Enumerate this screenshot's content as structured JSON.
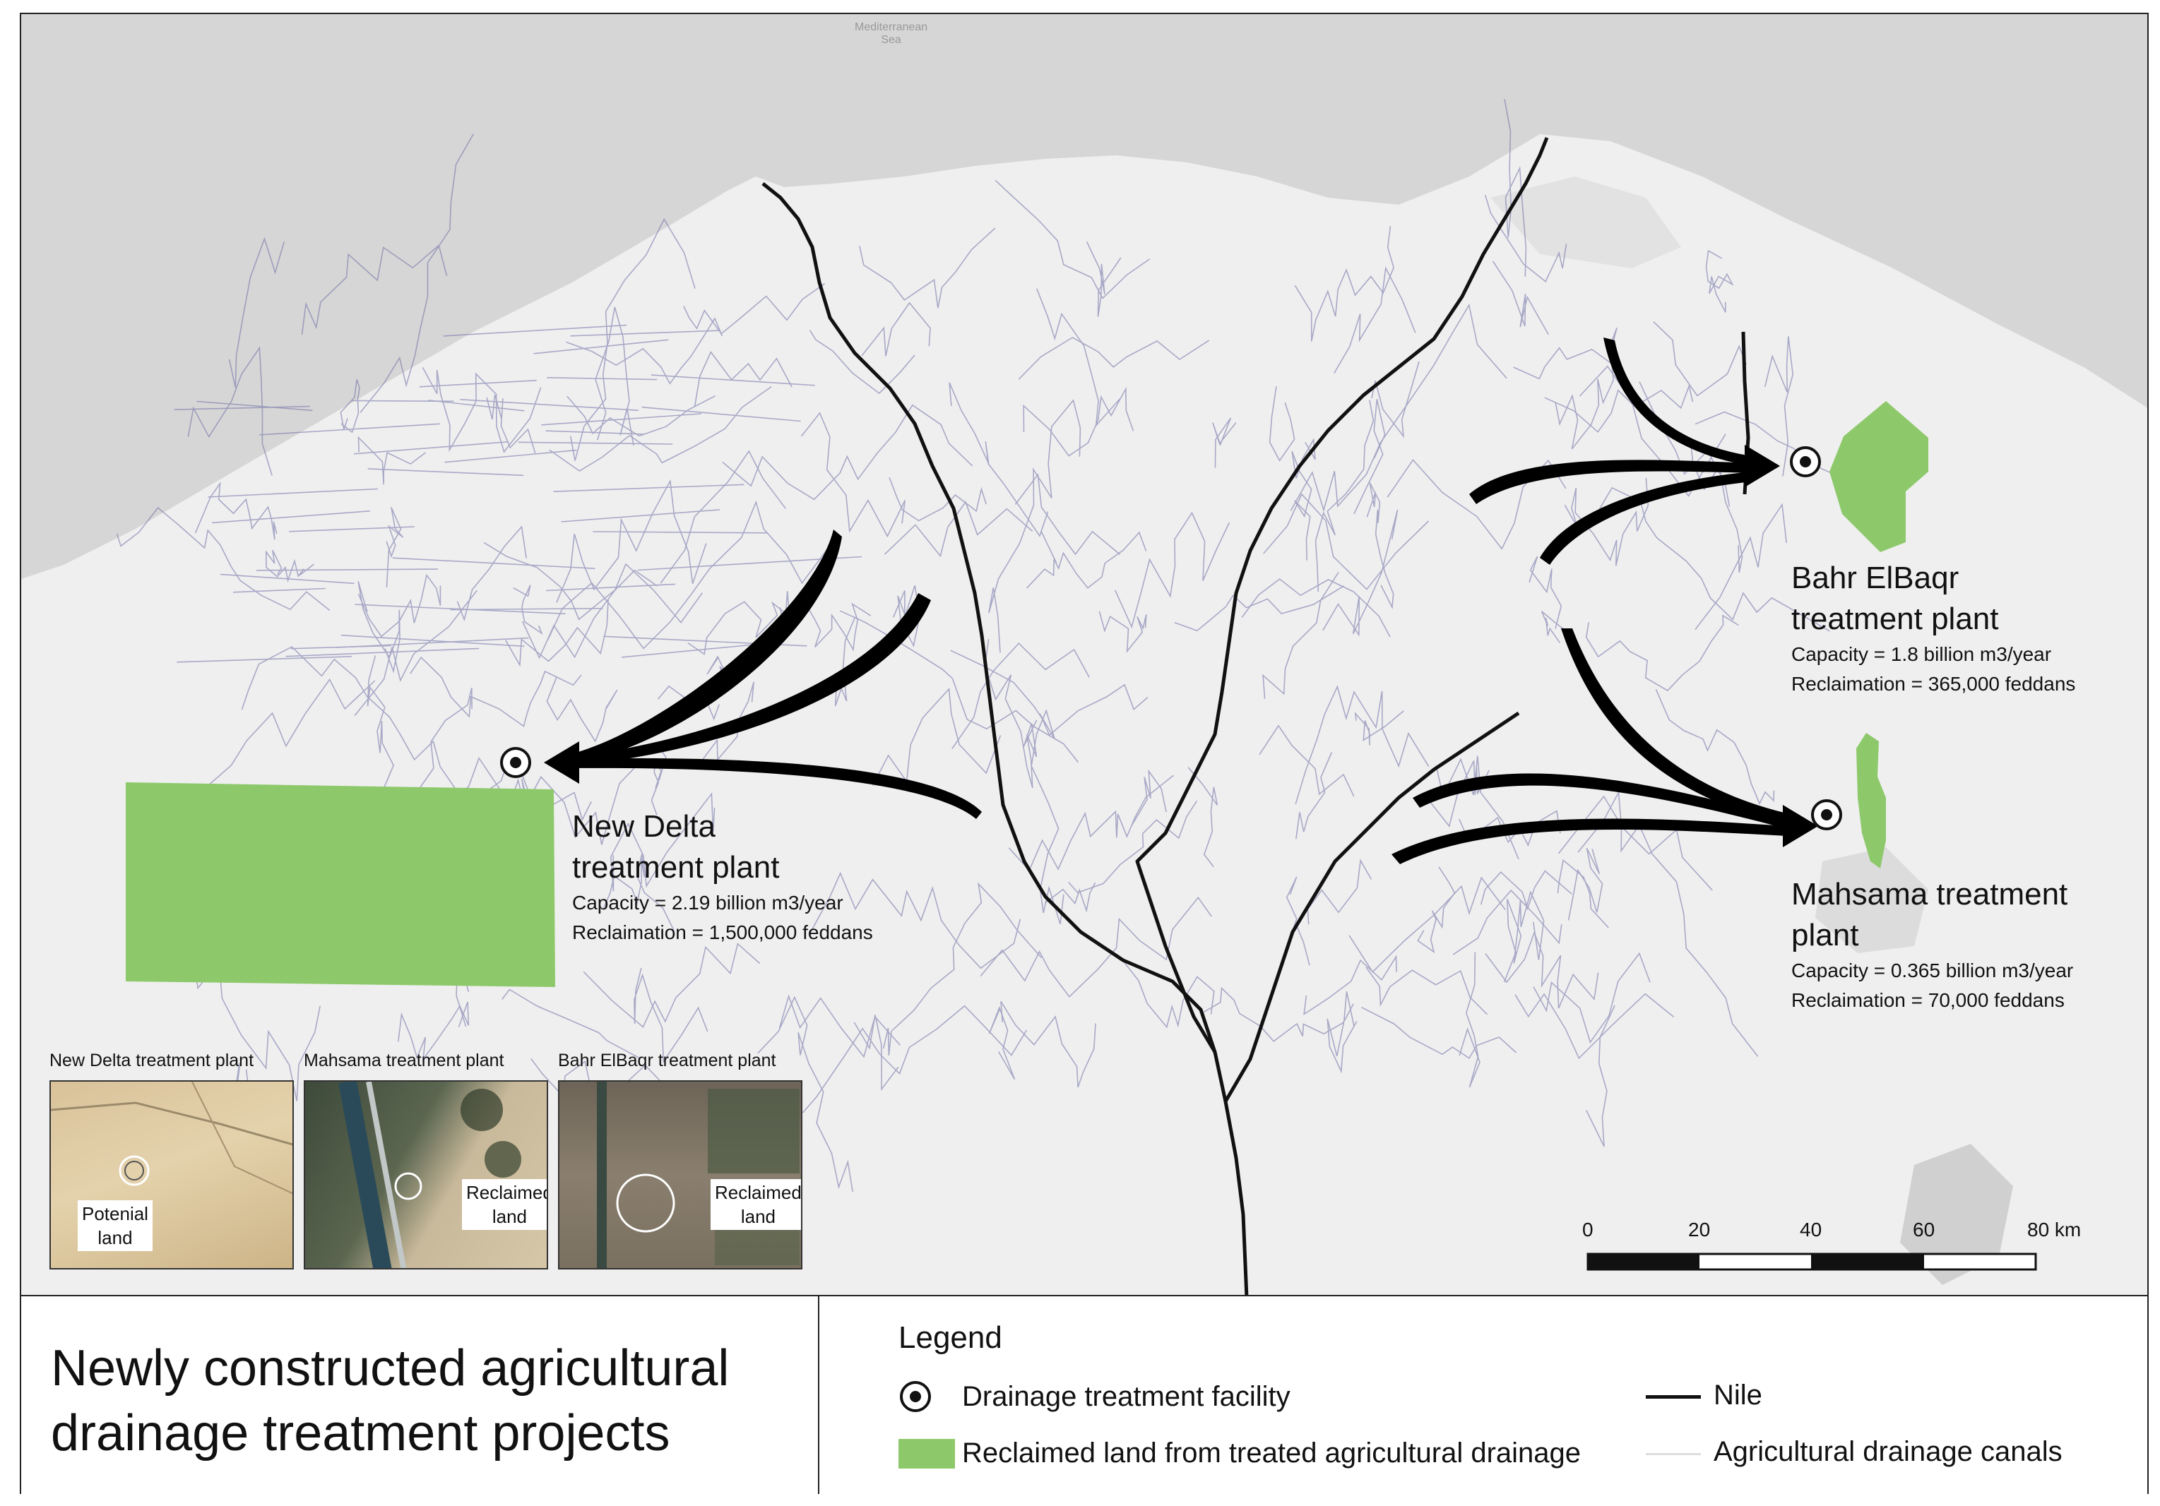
{
  "map": {
    "sea_label": "Mediterranean\nSea",
    "plants": [
      {
        "id": "new-delta",
        "title": "New Delta\ntreatment plant",
        "capacity": "Capacity = 2.19 billion m3/year",
        "reclamation": "Reclaimation = 1,500,000 feddans"
      },
      {
        "id": "bahr-elbaqr",
        "title": "Bahr ElBaqr\ntreatment plant",
        "capacity": "Capacity = 1.8 billion m3/year",
        "reclamation": "Reclaimation = 365,000 feddans"
      },
      {
        "id": "mahsama",
        "title": "Mahsama treatment\nplant",
        "capacity": "Capacity = 0.365 billion m3/year",
        "reclamation": "Reclaimation = 70,000 feddans"
      }
    ],
    "insets": [
      {
        "title": "New Delta treatment plant",
        "label": "Potenial\nland"
      },
      {
        "title": "Mahsama treatment plant",
        "label": "Reclaimed\nland"
      },
      {
        "title": "Bahr ElBaqr treatment plant",
        "label": "Reclaimed\nland"
      }
    ],
    "scale": {
      "ticks": [
        "0",
        "20",
        "40",
        "60",
        "80 km"
      ]
    },
    "colors": {
      "land": "#efefef",
      "sea": "#d6d6d6",
      "reclaimed": "#8dc96b",
      "canal": "#6f6fa8",
      "nile": "#111111"
    }
  },
  "title": "Newly constructed agricultural\ndrainage treatment projects",
  "legend": {
    "heading": "Legend",
    "items": [
      {
        "label": "Drainage treatment facility",
        "symbol": "circle-dot-icon"
      },
      {
        "label": "Reclaimed land from treated agricultural drainage",
        "symbol": "green-swatch"
      },
      {
        "label": "Nile",
        "symbol": "black-line"
      },
      {
        "label": "Agricultural drainage canals",
        "symbol": "grey-line"
      }
    ]
  }
}
